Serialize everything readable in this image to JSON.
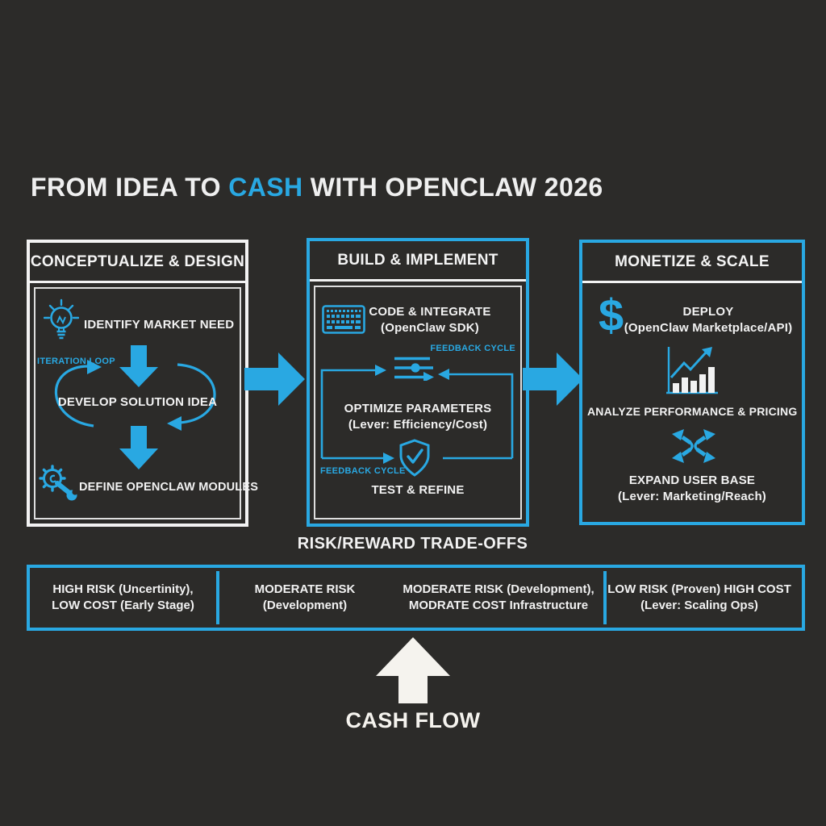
{
  "title": {
    "pre": "FROM IDEA TO ",
    "highlight": "CASH",
    "post": " WITH OPENCLAW 2026"
  },
  "colors": {
    "accent": "#29a8e2",
    "background": "#2c2b29",
    "text": "#f2f2f2"
  },
  "boxes": [
    {
      "header": "CONCEPTUALIZE & DESIGN",
      "step1": "IDENTIFY MARKET NEED",
      "loop_label": "ITERATION LOOP",
      "step2": "DEVELOP SOLUTION IDEA",
      "step3": "DEFINE OPENCLAW MODULES"
    },
    {
      "header": "BUILD & IMPLEMENT",
      "step1_line1": "CODE & INTEGRATE",
      "step1_line2": "(OpenClaw SDK)",
      "feedback_top": "FEEDBACK CYCLE",
      "step2_line1": "OPTIMIZE PARAMETERS",
      "step2_line2": "(Lever: Efficiency/Cost)",
      "feedback_bottom": "FEEDBACK CYCLE",
      "step3": "TEST & REFINE"
    },
    {
      "header": "MONETIZE & SCALE",
      "step1_line1": "DEPLOY",
      "step1_line2": "(OpenClaw Marketplace/API)",
      "step2": "ANALYZE PERFORMANCE & PRICING",
      "step3_line1": "EXPAND USER BASE",
      "step3_line2": "(Lever: Marketing/Reach)"
    }
  ],
  "icons": {
    "dollar_glyph": "$"
  },
  "risk": {
    "title": "RISK/REWARD TRADE-OFFS",
    "segments": [
      {
        "line1": "HIGH RISK (Uncertinity),",
        "line2": "LOW COST (Early Stage)"
      },
      {
        "line1": "MODERATE RISK",
        "line2": "(Development)"
      },
      {
        "line1": "MODERATE RISK (Development),",
        "line2": "MODRATE COST Infrastructure"
      },
      {
        "line1": "LOW RISK (Proven) HIGH COST",
        "line2": "(Lever: Scaling Ops)"
      }
    ]
  },
  "cash_flow": {
    "label": "CASH FLOW"
  }
}
